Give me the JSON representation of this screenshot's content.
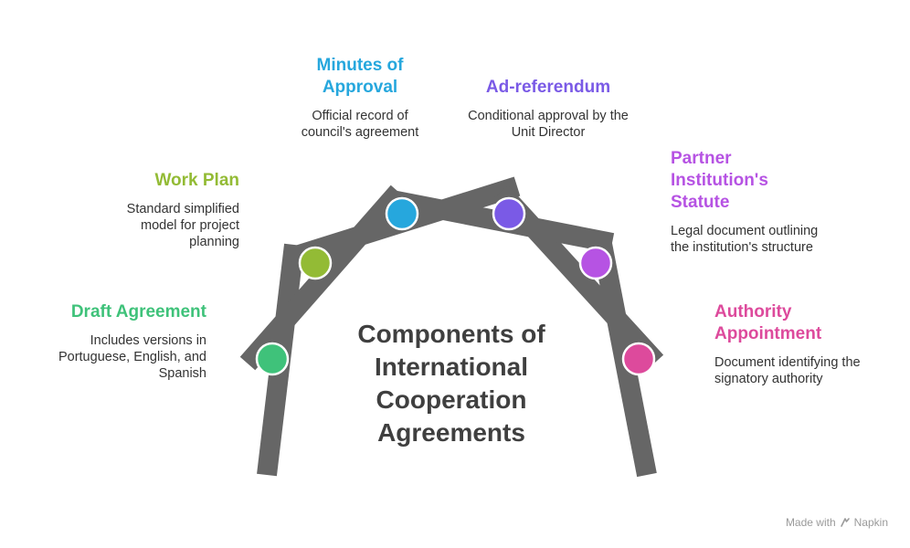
{
  "center_title": "Components of International Cooperation Agreements",
  "components": [
    {
      "title": "Draft Agreement",
      "description": "Includes versions in Portuguese, English, and Spanish",
      "color": "#3fc27a"
    },
    {
      "title": "Work Plan",
      "description": "Standard simplified model for project planning",
      "color": "#93bb35"
    },
    {
      "title": "Minutes of Approval",
      "description": "Official record of council's agreement",
      "color": "#26a7dd"
    },
    {
      "title": "Ad-referendum",
      "description": "Conditional approval by the Unit Director",
      "color": "#7a5ae6"
    },
    {
      "title": "Partner Institution's Statute",
      "description": "Legal document outlining the institution's structure",
      "color": "#b653e3"
    },
    {
      "title": "Authority Appointment",
      "description": "Document identifying the signatory authority",
      "color": "#dd4a9c"
    }
  ],
  "beam_color": "#666666",
  "footer": {
    "prefix": "Made with",
    "brand": "Napkin"
  }
}
